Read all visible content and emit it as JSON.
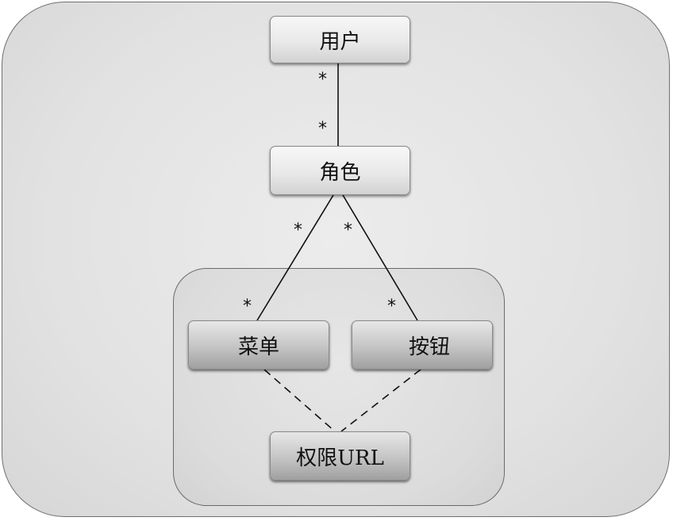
{
  "nodes": {
    "user": "用户",
    "role": "角色",
    "menu": "菜单",
    "button": "按钮",
    "permission_url": "权限URL"
  },
  "multiplicity": {
    "user_role_top": "*",
    "user_role_bottom": "*",
    "role_menu_top": "*",
    "role_button_top": "*",
    "role_menu_bottom": "*",
    "role_button_bottom": "*"
  }
}
